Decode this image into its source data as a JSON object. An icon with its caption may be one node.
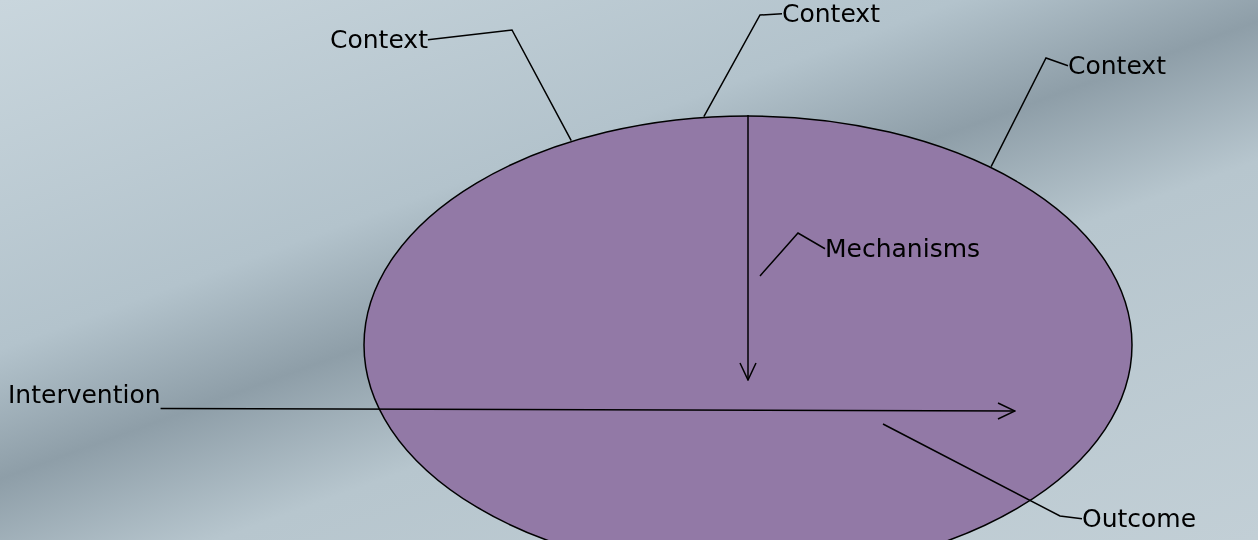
{
  "diagram": {
    "nodes": [
      {
        "text": [],
        "shape": "ellipse"
      },
      {
        "text": [
          "Context"
        ]
      },
      {
        "text": [
          "Context"
        ]
      },
      {
        "text": [
          "Context"
        ]
      },
      {
        "text": [
          "Mechanisms"
        ],
        "in": 0
      },
      {
        "text": [
          "Intervention"
        ]
      },
      {
        "text": [
          "Outcome"
        ]
      }
    ],
    "edges": [
      {
        "from": 1,
        "to": 0,
        "arrow": "none"
      },
      {
        "from": 2,
        "to": 0,
        "arrow": "none"
      },
      {
        "from": 3,
        "to": 0,
        "arrow": "none"
      },
      {
        "from": 4,
        "to": null,
        "arrow": "none"
      },
      {
        "from": 0,
        "to": null,
        "arrow": "to"
      },
      {
        "from": 5,
        "to": null,
        "arrow": "to"
      },
      {
        "from": 6,
        "to": 0,
        "arrow": "none"
      }
    ]
  }
}
